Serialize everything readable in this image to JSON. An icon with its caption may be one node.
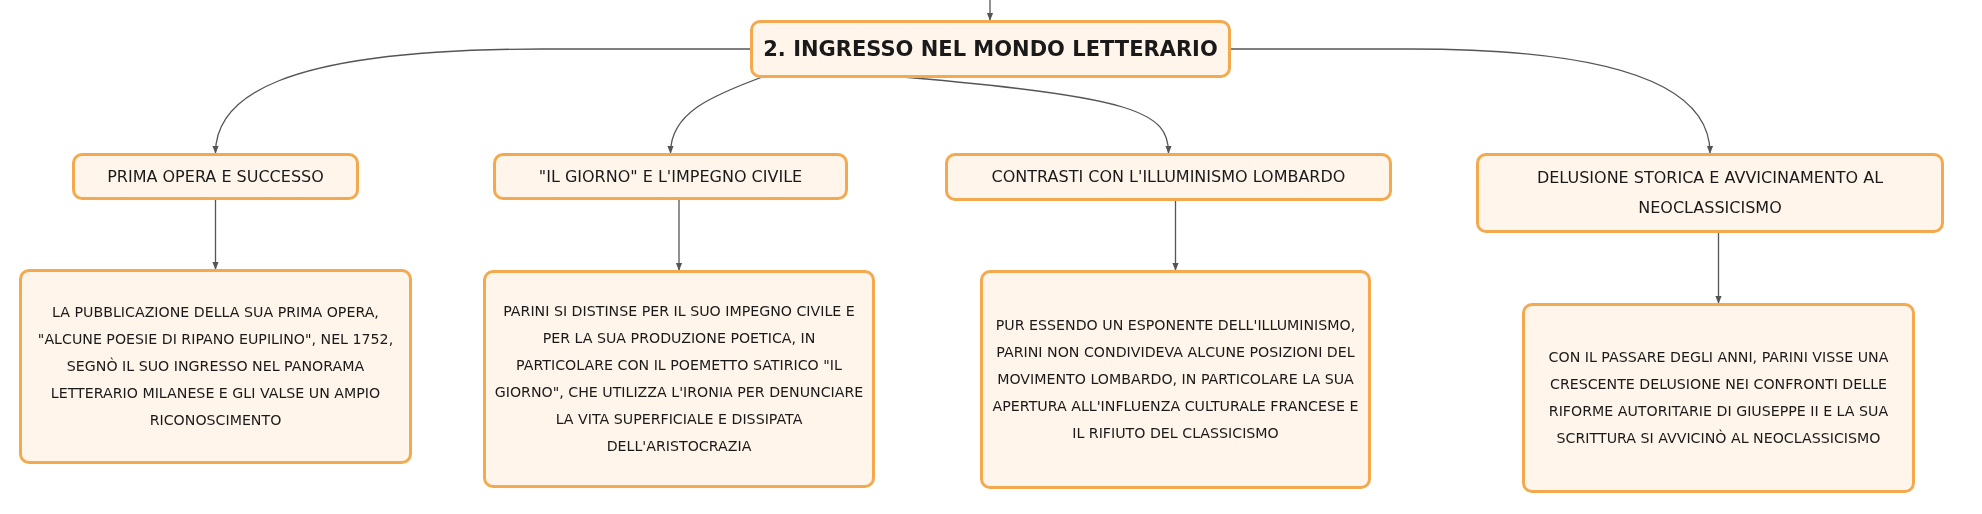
{
  "diagram": {
    "nodes": [
      {
        "text": [
          "2. INGRESSO NEL MONDO LETTERARIO"
        ]
      },
      {
        "text": [
          "PRIMA OPERA E SUCCESSO"
        ]
      },
      {
        "text": [
          "\"IL GIORNO\" E L'IMPEGNO CIVILE"
        ]
      },
      {
        "text": [
          "CONTRASTI CON L'ILLUMINISMO LOMBARDO"
        ]
      },
      {
        "text": [
          "DELUSIONE STORICA E AVVICINAMENTO AL NEOCLASSICISMO"
        ]
      },
      {
        "text": [
          "LA PUBBLICAZIONE DELLA SUA PRIMA OPERA, \"ALCUNE POESIE DI RIPANO EUPILINO\", NEL 1752, SEGNÒ IL SUO INGRESSO NEL PANORAMA LETTERARIO MILANESE E GLI VALSE UN AMPIO RICONOSCIMENTO"
        ]
      },
      {
        "text": [
          "PARINI SI DISTINSE PER IL SUO IMPEGNO CIVILE E PER LA SUA PRODUZIONE POETICA, IN PARTICOLARE CON IL POEMETTO SATIRICO \"IL GIORNO\", CHE UTILIZZA L'IRONIA PER DENUNCIARE LA VITA SUPERFICIALE E DISSIPATA DELL'ARISTOCRAZIA"
        ]
      },
      {
        "text": [
          "PUR ESSENDO UN ESPONENTE DELL'ILLUMINISMO, PARINI NON CONDIVIDEVA ALCUNE POSIZIONI DEL MOVIMENTO LOMBARDO, IN PARTICOLARE LA SUA APERTURA ALL'INFLUENZA CULTURALE FRANCESE E IL RIFIUTO DEL CLASSICISMO"
        ]
      },
      {
        "text": [
          "CON IL PASSARE DEGLI ANNI, PARINI VISSE UNA CRESCENTE DELUSIONE NEI CONFRONTI DELLE RIFORME AUTORITARIE DI GIUSEPPE II E LA SUA SCRITTURA SI AVVICINÒ AL NEOCLASSICISMO"
        ]
      }
    ],
    "edges": [
      {
        "from": null,
        "to": 0,
        "arrow": "to"
      },
      {
        "from": 0,
        "to": 1,
        "arrow": "to"
      },
      {
        "from": 0,
        "to": 2,
        "arrow": "to"
      },
      {
        "from": 0,
        "to": 3,
        "arrow": "to"
      },
      {
        "from": 0,
        "to": 4,
        "arrow": "to"
      },
      {
        "from": 1,
        "to": 5,
        "arrow": "to"
      },
      {
        "from": 2,
        "to": 6,
        "arrow": "to"
      },
      {
        "from": 3,
        "to": 7,
        "arrow": "to"
      },
      {
        "from": 4,
        "to": 8,
        "arrow": "to"
      }
    ]
  }
}
